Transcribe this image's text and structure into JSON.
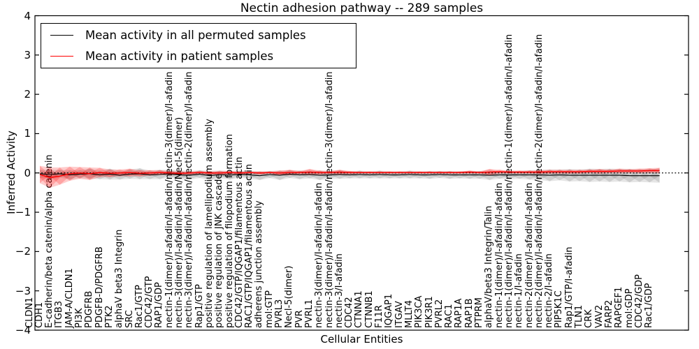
{
  "figure": {
    "background": "#ffffff"
  },
  "yaxis": {
    "label": "Inferred Activity",
    "ticks": [
      "4",
      "3",
      "2",
      "1",
      "0",
      "−1",
      "−2",
      "−3",
      "−4"
    ]
  },
  "xaxis": {
    "label": "Cellular Entities"
  },
  "chart_data": {
    "type": "line",
    "title": "Nectin adhesion pathway -- 289 samples",
    "xlabel": "Cellular Entities",
    "ylabel": "Inferred Activity",
    "ylim": [
      -4,
      4
    ],
    "yticks": [
      4,
      3,
      2,
      1,
      0,
      -1,
      -2,
      -3,
      -4
    ],
    "grid": false,
    "legend_position": "upper left",
    "zero_reference_line": "black dotted line at y=0",
    "x_tick_rotation": "vertical",
    "categories": [
      "CLDN1",
      "CDH1",
      "E-cadherin/beta catenin/alpha catenin",
      "ITGB3",
      "JAM-A/CLDN1",
      "PI3K",
      "PDGFRB",
      "PDGFB-D/PDGFRB",
      "PTK2",
      "alphaV beta3 Integrin",
      "SRC",
      "Rac1/GTP",
      "CDC42/GTP",
      "RAP1/GDP",
      "nectin-1(dimer)/I-afadin/I-afadin/nectin-3(dimer)/I-afadin",
      "nectin-3(dimer)/I-afadin/I-afadin/Necl-5(dimer)",
      "nectin-3(dimer)/I-afadin/I-afadin/nectin-2(dimer)/I-afadin",
      "Rap1/GTP",
      "positive regulation of lamellipodium assembly",
      "positive regulation of JNK cascade",
      "positive regulation of filopodium formation",
      "CDC42/GTP/IQGAP1/filamentous actin",
      "RAC1/GTP/IQGAP1/filamentous actin",
      "adherens junction assembly",
      "mol:GTP",
      "PVRL3",
      "Necl-5(dimer)",
      "PVR",
      "PVRL1",
      "nectin-3(dimer)/I-afadin/I-afadin",
      "nectin-3(dimer)/I-afadin/I-afadin/nectin-3(dimer)/I-afadin",
      "nectin-3/I-afadin",
      "CDC42",
      "CTNNA1",
      "CTNNB1",
      "F11R",
      "IQGAP1",
      "ITGAV",
      "MLLT4",
      "PIK3CA",
      "PIK3R1",
      "PVRL2",
      "RAC1",
      "RAP1A",
      "RAP1B",
      "PTPRM",
      "alphaV/beta3 Integrin/Talin",
      "nectin-1(dimer)/I-afadin/I-afadin",
      "nectin-1(dimer)/I-afadin/I-afadin/nectin-1(dimer)/I-afadin/I-afadin",
      "nectin-1/I-afadin",
      "nectin-2(dimer)/I-afadin/I-afadin",
      "nectin-2(dimer)/I-afadin/I-afadin/nectin-2(dimer)/I-afadin/I-afadin",
      "nectin-2/I-afadin",
      "PIP5K1C",
      "Rap1/GTP/I-afadin",
      "TLN1",
      "CRK",
      "VAV2",
      "FARP2",
      "RAPGEF1",
      "mol:GDP",
      "CDC42/GDP",
      "Rac1/GDP"
    ],
    "series": [
      {
        "name": "Mean activity in all permuted samples",
        "color": "#000000",
        "line_style": "solid",
        "band_fill": "rgba(0,0,0,0.10)",
        "values": [
          -0.02,
          -0.04,
          -0.02,
          -0.05,
          -0.03,
          -0.02,
          -0.05,
          -0.03,
          -0.06,
          -0.03,
          -0.02,
          -0.05,
          -0.04,
          -0.02,
          -0.05,
          -0.06,
          -0.03,
          -0.07,
          -0.04,
          -0.06,
          -0.03,
          -0.05,
          -0.07,
          -0.04,
          -0.06,
          -0.03,
          -0.05,
          -0.04,
          -0.06,
          -0.05,
          -0.04,
          -0.05,
          -0.04,
          -0.05,
          -0.04,
          -0.05,
          -0.05,
          -0.04,
          -0.05,
          -0.05,
          -0.04,
          -0.05,
          -0.05,
          -0.05,
          -0.05,
          -0.06,
          -0.05,
          -0.05,
          -0.05,
          -0.05,
          -0.05,
          -0.06,
          -0.05,
          -0.06,
          -0.06,
          -0.06,
          -0.06,
          -0.06,
          -0.06,
          -0.07,
          -0.07,
          -0.07,
          -0.07
        ],
        "band_halfwidth": [
          0.1,
          0.12,
          0.1,
          0.12,
          0.1,
          0.13,
          0.11,
          0.14,
          0.11,
          0.12,
          0.14,
          0.11,
          0.12,
          0.1,
          0.12,
          0.11,
          0.1,
          0.12,
          0.1,
          0.11,
          0.09,
          0.1,
          0.11,
          0.09,
          0.12,
          0.1,
          0.11,
          0.1,
          0.12,
          0.1,
          0.11,
          0.09,
          0.1,
          0.09,
          0.1,
          0.09,
          0.09,
          0.1,
          0.09,
          0.1,
          0.09,
          0.1,
          0.09,
          0.1,
          0.1,
          0.12,
          0.1,
          0.11,
          0.1,
          0.12,
          0.13,
          0.15,
          0.14,
          0.16,
          0.15,
          0.17,
          0.16,
          0.17,
          0.16,
          0.17,
          0.16,
          0.17,
          0.18
        ]
      },
      {
        "name": "Mean activity in patient samples",
        "color": "#ff0000",
        "line_style": "solid",
        "band_fill": "rgba(255,0,0,0.20)",
        "values": [
          -0.04,
          -0.12,
          -0.08,
          -0.02,
          0.0,
          -0.02,
          0.01,
          -0.01,
          0.0,
          0.01,
          -0.01,
          0.0,
          0.01,
          0.0,
          -0.01,
          0.0,
          0.01,
          0.0,
          0.0,
          0.01,
          0.0,
          0.01,
          0.0,
          0.01,
          0.0,
          0.01,
          0.01,
          0.02,
          0.01,
          0.01,
          0.02,
          0.01,
          0.01,
          0.01,
          0.01,
          0.01,
          0.01,
          0.01,
          0.01,
          0.01,
          0.01,
          0.01,
          0.01,
          0.02,
          0.01,
          0.02,
          0.03,
          0.02,
          0.02,
          0.02,
          0.02,
          0.03,
          0.03,
          0.03,
          0.03,
          0.04,
          0.04,
          0.04,
          0.05,
          0.05,
          0.05,
          0.06,
          0.06
        ],
        "band_halfwidth": [
          0.22,
          0.26,
          0.22,
          0.18,
          0.15,
          0.16,
          0.12,
          0.1,
          0.09,
          0.1,
          0.08,
          0.07,
          0.06,
          0.05,
          0.05,
          0.04,
          0.04,
          0.04,
          0.05,
          0.04,
          0.04,
          0.03,
          0.04,
          0.03,
          0.06,
          0.07,
          0.04,
          0.08,
          0.05,
          0.04,
          0.06,
          0.04,
          0.03,
          0.03,
          0.03,
          0.03,
          0.03,
          0.03,
          0.03,
          0.03,
          0.03,
          0.03,
          0.03,
          0.04,
          0.03,
          0.08,
          0.05,
          0.04,
          0.04,
          0.04,
          0.05,
          0.05,
          0.05,
          0.05,
          0.05,
          0.05,
          0.06,
          0.05,
          0.06,
          0.05,
          0.06,
          0.06,
          0.07
        ]
      }
    ]
  }
}
